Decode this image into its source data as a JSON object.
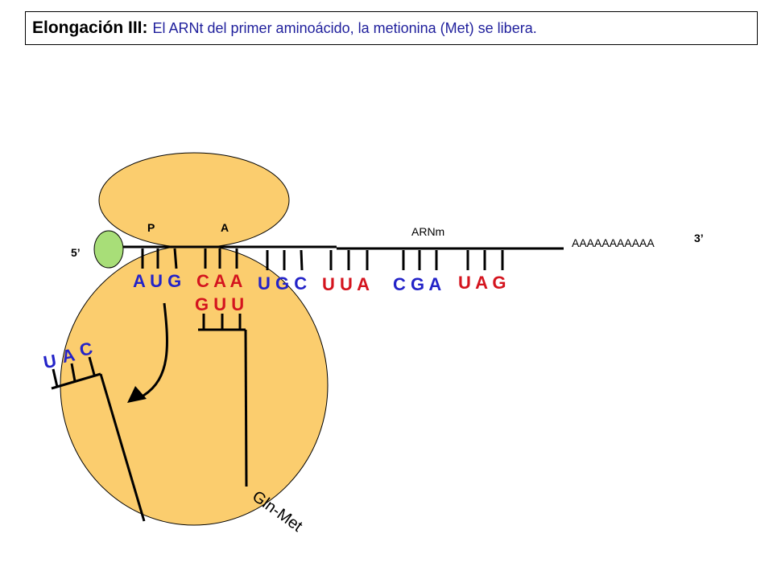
{
  "title": {
    "bold": "Elongación III:",
    "rest": "El ARNt del primer aminoácido, la metionina (Met) se libera."
  },
  "labels": {
    "site_p": "P",
    "site_a": "A",
    "mrna": "ARNm",
    "five_prime": "5’",
    "three_prime": "3’",
    "poly_a": "AAAAAAAAAAA",
    "peptide": "Gln-Met"
  },
  "mrna_codons": [
    {
      "text": "A U G",
      "color": "#2323c8"
    },
    {
      "text": "C A A",
      "color": "#d4141e"
    },
    {
      "text": "U G C",
      "color": "#2323c8"
    },
    {
      "text": "U U A",
      "color": "#d4141e"
    },
    {
      "text": "C G A",
      "color": "#2323c8"
    },
    {
      "text": "U A G",
      "color": "#d4141e"
    }
  ],
  "anticodon_bound": {
    "text": "G U U",
    "color": "#d4141e"
  },
  "anticodon_released": {
    "letters": [
      "U",
      "A",
      "C"
    ],
    "color": "#2323c8"
  },
  "colors": {
    "ribosome_fill": "#fbcd6e",
    "ribosome_stroke": "#000000",
    "cap_fill": "#a8de78",
    "line": "#000000",
    "blue": "#2323c8",
    "red": "#d4141e"
  }
}
